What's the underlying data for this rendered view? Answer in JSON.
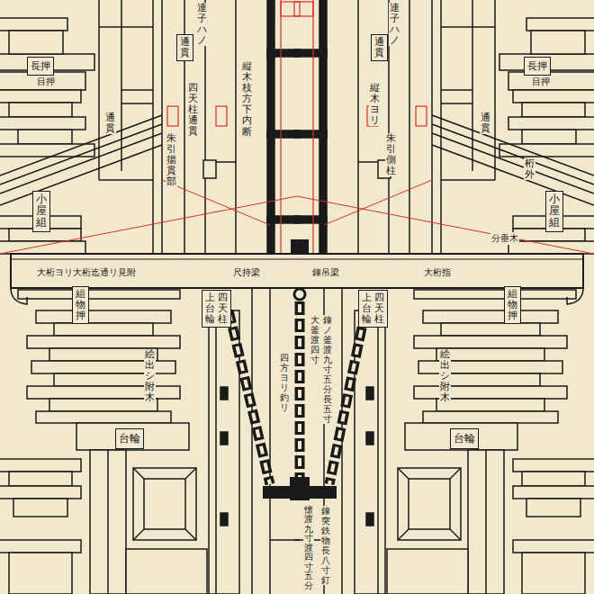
{
  "diagram": {
    "nodes": [
      {
        "text": [
          "長押"
        ]
      },
      {
        "text": [
          "長押"
        ]
      },
      {
        "text": [
          "通貫"
        ]
      },
      {
        "text": [
          "通貫"
        ]
      },
      {
        "text": [
          "小屋組"
        ]
      },
      {
        "text": [
          "小屋組"
        ]
      },
      {
        "text": [
          "組物押"
        ]
      },
      {
        "text": [
          "組物押"
        ]
      },
      {
        "text": [
          "四天柱",
          "上台輪"
        ]
      },
      {
        "text": [
          "四天柱",
          "上台輪"
        ]
      },
      {
        "text": [
          "台輪"
        ]
      },
      {
        "text": [
          "台輪"
        ]
      }
    ],
    "labels": [
      "連子ハノ",
      "連子ハノ",
      "目押",
      "目押",
      "通貫",
      "通貫",
      "朱引揚貫部",
      "四天柱通貫",
      "縦木枝方下内断",
      "縦木ヨリ",
      "朱引側柱",
      "桁外",
      "分垂木",
      "大桁ヨリ大桁迄通リ見附",
      "尺持梁",
      "鐘吊梁",
      "大桁指",
      "四方ヨリ釣リ",
      "大釜渡四寸",
      "鐘ノ釜渡九寸五分長五寸",
      "絵出シ附木",
      "絵出シ附木",
      "鐘突鉄物長八寸釘",
      "懐渡九寸渡四寸五分"
    ]
  }
}
